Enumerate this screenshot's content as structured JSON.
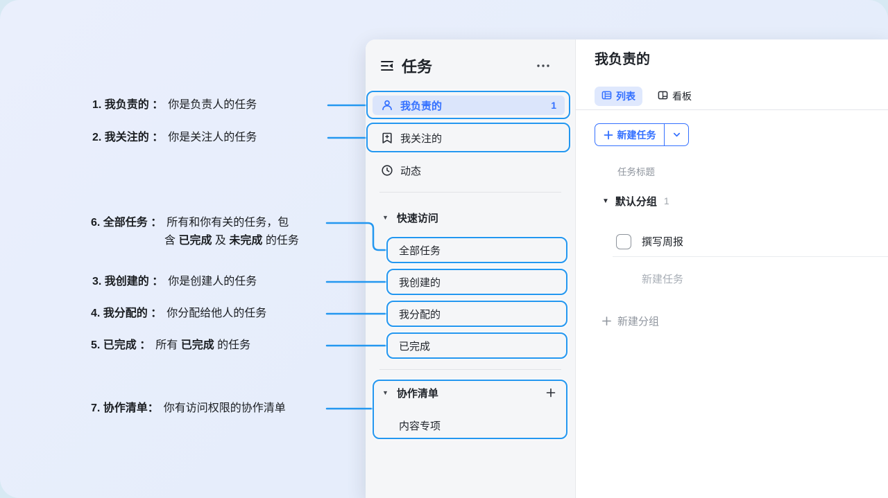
{
  "colors": {
    "accent_blue": "#3370ff",
    "annotation_blue": "#2397f0",
    "selected_item_bg": "#dbe5fb",
    "sidebar_bg": "#f5f6f8",
    "muted_text": "#8f959e"
  },
  "annotations": {
    "items": [
      {
        "num_label": "1. 我负责的 ：",
        "desc": "你是负责人的任务"
      },
      {
        "num_label": "2. 我关注的 ：",
        "desc": "你是关注人的任务"
      },
      {
        "num_label": "6. 全部任务 ：",
        "desc_line1": "所有和你有关的任务，包",
        "line2_prefix": "含 ",
        "line2_bold1": "已完成",
        "line2_mid": " 及 ",
        "line2_bold2": "未完成",
        "line2_suffix": " 的任务"
      },
      {
        "num_label": "3. 我创建的 ：",
        "desc": "你是创建人的任务"
      },
      {
        "num_label": "4. 我分配的 ：",
        "desc": "你分配给他人的任务"
      },
      {
        "num_label": "5. 已完成 ：",
        "desc_prefix": "所有 ",
        "desc_bold": "已完成",
        "desc_suffix": " 的任务"
      },
      {
        "num_label": "7. 协作清单：",
        "desc": "你有访问权限的协作清单"
      }
    ]
  },
  "sidebar": {
    "title": "任务",
    "items": {
      "assigned": {
        "label": "我负责的",
        "count": "1"
      },
      "followed": {
        "label": "我关注的"
      },
      "activity": {
        "label": "动态"
      }
    },
    "quick_access": {
      "header": "快速访问",
      "items": [
        "全部任务",
        "我创建的",
        "我分配的",
        "已完成"
      ]
    },
    "collab": {
      "header": "协作清单",
      "items": [
        "内容专项"
      ]
    }
  },
  "main": {
    "title": "我负责的",
    "tabs": [
      {
        "label": "列表"
      },
      {
        "label": "看板"
      }
    ],
    "new_task_button": "新建任务",
    "column_header": "任务标题",
    "group": {
      "name": "默认分组",
      "count": "1"
    },
    "tasks": [
      {
        "title": "撰写周报"
      }
    ],
    "new_task_placeholder": "新建任务",
    "new_group_label": "新建分组"
  }
}
